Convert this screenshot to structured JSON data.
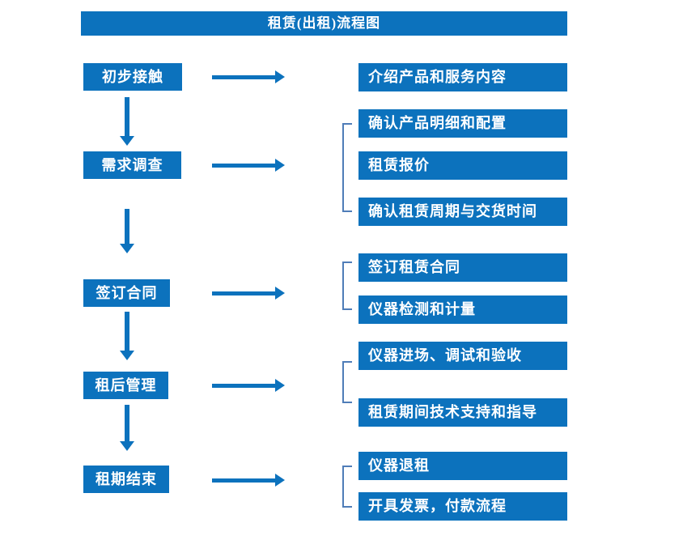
{
  "title": "租赁(出租)流程图",
  "colors": {
    "primary": "#0c72bd",
    "connector": "#4f7db8"
  },
  "stages": [
    {
      "label": "初步接触",
      "details": [
        "介绍产品和服务内容"
      ]
    },
    {
      "label": "需求调查",
      "details": [
        "确认产品明细和配置",
        "租赁报价",
        "确认租赁周期与交货时间"
      ]
    },
    {
      "label": "签订合同",
      "details": [
        "签订租赁合同",
        "仪器检测和计量"
      ]
    },
    {
      "label": "租后管理",
      "details": [
        "仪器进场、调试和验收",
        "租赁期间技术支持和指导"
      ]
    },
    {
      "label": "租期结束",
      "details": [
        "仪器退租",
        "开具发票，付款流程"
      ]
    }
  ]
}
